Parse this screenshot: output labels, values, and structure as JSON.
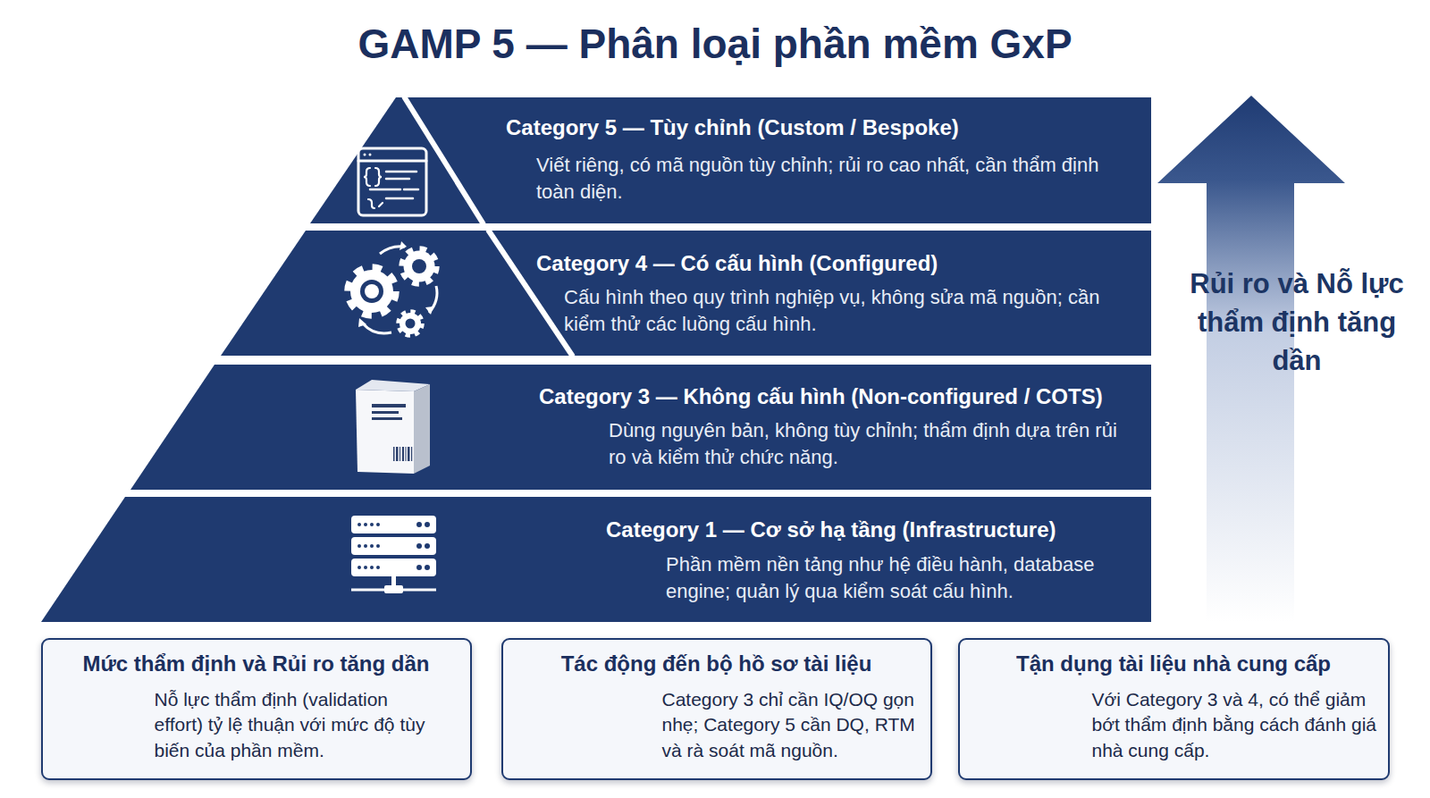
{
  "diagram": {
    "title": "GAMP 5 — Phân loại phần mềm GxP",
    "nodes": [
      {
        "text": [
          "Category 5 — Tùy chỉnh (Custom / Bespoke)",
          "Viết riêng, có mã nguồn tùy chỉnh; rủi ro cao nhất, cần thẩm định toàn diện."
        ]
      },
      {
        "text": [
          "Category 4 — Có cấu hình (Configured)",
          "Cấu hình theo quy trình nghiệp vụ, không sửa mã nguồn; cần kiểm thử các luồng cấu hình."
        ]
      },
      {
        "text": [
          "Category 3 — Không cấu hình (Non-configured / COTS)",
          "Dùng nguyên bản, không tùy chỉnh; thẩm định dựa trên rủi ro và kiểm thử chức năng."
        ]
      },
      {
        "text": [
          "Category 1 — Cơ sở hạ tầng (Infrastructure)",
          "Phần mềm nền tảng như hệ điều hành, database engine; quản lý qua kiểm soát cấu hình."
        ]
      },
      {
        "text": [
          "Rủi ro và Nỗ lực thẩm định tăng dần"
        ]
      },
      {
        "text": [
          "Mức thẩm định và Rủi ro tăng dần",
          "Nỗ lực thẩm định (validation effort) tỷ lệ thuận với mức độ tùy biến của phần mềm."
        ]
      },
      {
        "text": [
          "Tác động đến bộ hồ sơ tài liệu",
          "Category 3 chỉ cần IQ/OQ gọn nhẹ; Category 5 cần DQ, RTM và rà soát mã nguồn."
        ]
      },
      {
        "text": [
          "Tận dụng tài liệu nhà cung cấp",
          "Với Category 3 và 4, có thể giảm bớt thẩm định bằng cách đánh giá nhà cung cấp."
        ]
      }
    ]
  }
}
